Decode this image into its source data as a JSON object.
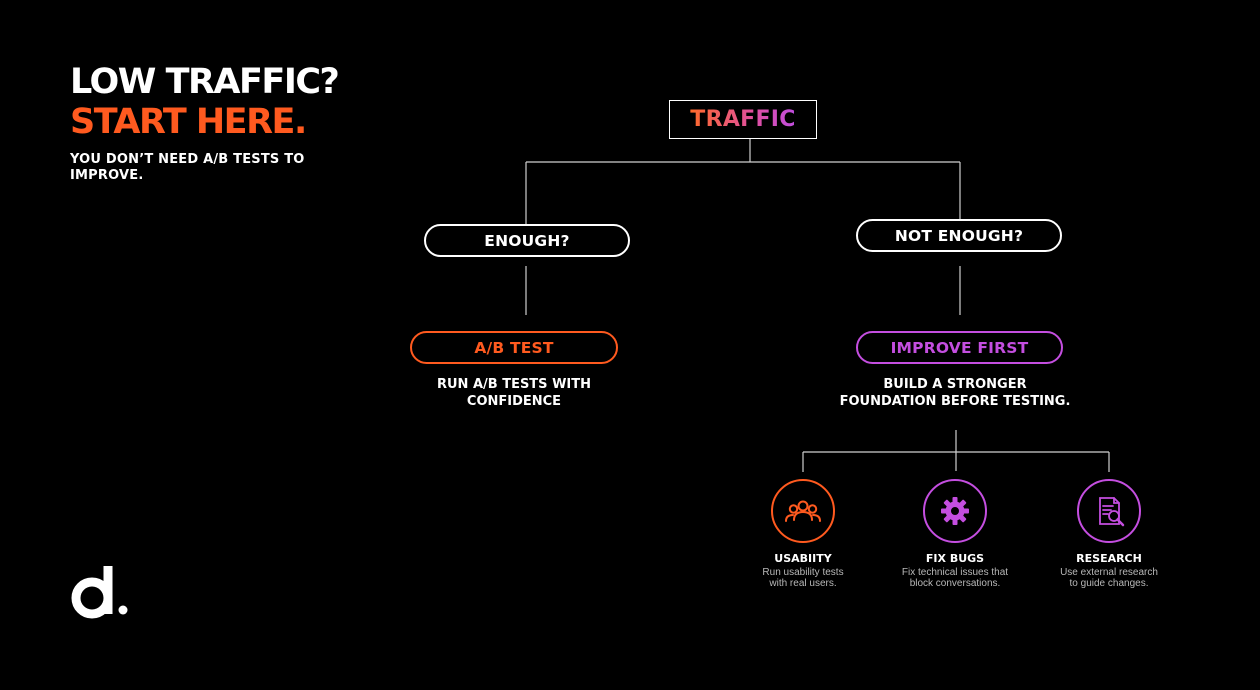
{
  "headline": {
    "line1": "LOW TRAFFIC?",
    "line2": "START HERE.",
    "subtitle": "YOU DON’T NEED A/B TESTS TO IMPROVE."
  },
  "diagram": {
    "root": "TRAFFIC",
    "left_branch": {
      "question": "ENOUGH?",
      "action": "A/B TEST",
      "description_line1": "RUN A/B TESTS WITH",
      "description_line2": "CONFIDENCE"
    },
    "right_branch": {
      "question": "NOT ENOUGH?",
      "action": "IMPROVE FIRST",
      "description_line1": "BUILD A STRONGER",
      "description_line2": "FOUNDATION BEFORE TESTING."
    },
    "leaves": [
      {
        "title": "USABIITY",
        "desc_line1": "Run usability tests",
        "desc_line2": "with real users.",
        "icon": "users-icon",
        "color": "#ff5a1f"
      },
      {
        "title": "FIX BUGS",
        "desc_line1": "Fix technical issues that",
        "desc_line2": "block conversations.",
        "icon": "gear-icon",
        "color": "#c44ee0"
      },
      {
        "title": "RESEARCH",
        "desc_line1": "Use external research",
        "desc_line2": "to guide changes.",
        "icon": "document-search-icon",
        "color": "#c44ee0"
      }
    ]
  },
  "colors": {
    "background": "#000000",
    "accent_orange": "#ff5a1f",
    "accent_purple": "#c44ee0",
    "text": "#ffffff"
  },
  "logo": {
    "icon": "d-logo-icon"
  }
}
